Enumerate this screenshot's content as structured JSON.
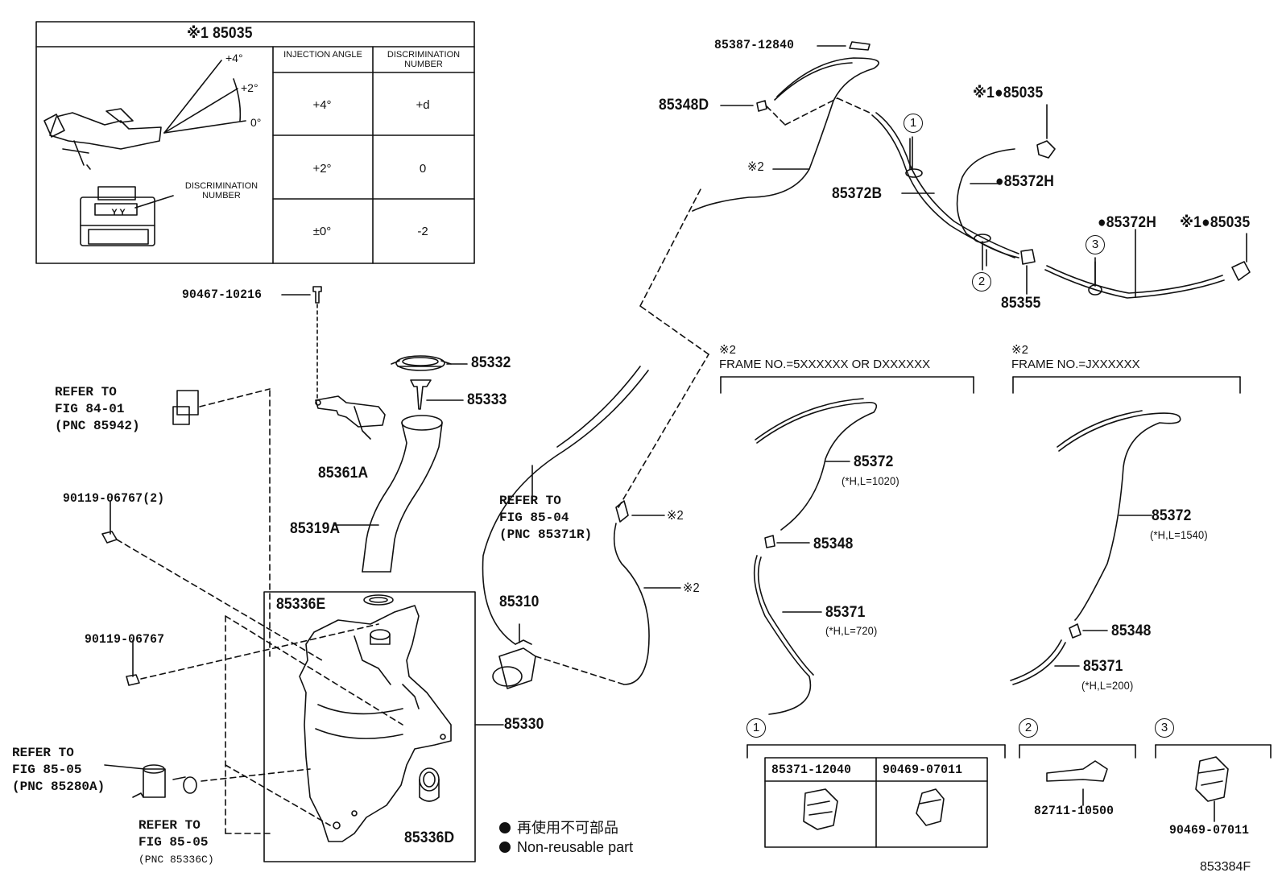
{
  "injection_table": {
    "title": "※1 85035",
    "angle_labels": [
      "+4°",
      "+2°",
      "0°"
    ],
    "discrimination_caption": "DISCRIMINATION NUMBER",
    "nozzle_marking": "Y Y",
    "headers": [
      "INJECTION ANGLE",
      "DISCRIMINATION NUMBER"
    ],
    "rows": [
      {
        "angle": "+4°",
        "number": "+d"
      },
      {
        "angle": "+2°",
        "number": "0"
      },
      {
        "angle": "±0°",
        "number": "-2"
      }
    ]
  },
  "parts": {
    "p90467": "90467-10216",
    "p85332": "85332",
    "p85333": "85333",
    "p85361A": "85361A",
    "p85319A": "85319A",
    "p90119a": "90119-06767(2)",
    "p90119b": "90119-06767",
    "p85336E": "85336E",
    "p85310": "85310",
    "p85330": "85330",
    "p85336D": "85336D",
    "p85387": "85387-12840",
    "p85348D": "85348D",
    "p85372B": "85372B",
    "p85355": "85355",
    "p85372H_a": "●85372H",
    "p85035_a": "※1●85035",
    "p85372H_b": "●85372H",
    "p85035_b": "※1●85035",
    "mark2_a": "※2",
    "mark2_b": "※2",
    "mark2_c": "※2"
  },
  "refs": {
    "r1": "REFER TO\nFIG 84-01\n(PNC 85942)",
    "r2": "REFER TO\nFIG 85-04\n(PNC 85371R)",
    "r3": "REFER TO\nFIG 85-05\n(PNC 85280A)",
    "r4a": "REFER TO\nFIG 85-05",
    "r4b": "(PNC 85336C)"
  },
  "variant_a": {
    "mark": "※2",
    "frame": "FRAME NO.=5XXXXXX OR DXXXXXX",
    "p85372": "85372",
    "p85372_note": "(*H,L=1020)",
    "p85348": "85348",
    "p85371": "85371",
    "p85371_note": "(*H,L=720)"
  },
  "variant_b": {
    "mark": "※2",
    "frame": "FRAME NO.=JXXXXXX",
    "p85372": "85372",
    "p85372_note": "(*H,L=1540)",
    "p85348": "85348",
    "p85371": "85371",
    "p85371_note": "(*H,L=200)"
  },
  "clips": {
    "c1": "1",
    "c2": "2",
    "c3": "3",
    "c1_part_a": "85371-12040",
    "c1_part_b": "90469-07011",
    "c2_part": "82711-10500",
    "c3_part": "90469-07011"
  },
  "legend": {
    "jp": "再使用不可部品",
    "en": "Non-reusable part"
  },
  "figure_code": "853384F"
}
